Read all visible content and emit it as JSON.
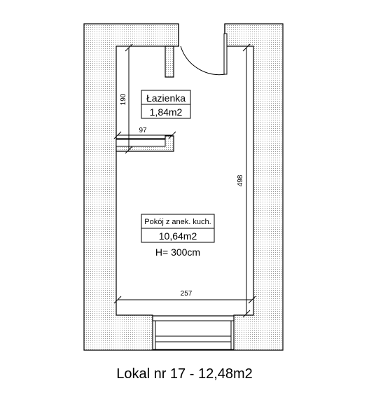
{
  "plan": {
    "rooms": [
      {
        "name": "Łazienka",
        "area": "1,84m2"
      },
      {
        "name": "Pokój z anek. kuch.",
        "area": "10,64m2",
        "height": "H= 300cm"
      }
    ],
    "dimensions": {
      "bath_height": "190",
      "bath_width": "97",
      "room_height": "498",
      "room_width": "257"
    },
    "caption": "Lokal nr 17 - 12,48m2"
  }
}
